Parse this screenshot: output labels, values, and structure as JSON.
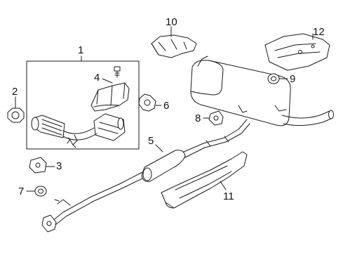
{
  "diagram": {
    "callouts": {
      "c1": "1",
      "c2": "2",
      "c3": "3",
      "c4": "4",
      "c5": "5",
      "c6": "6",
      "c7": "7",
      "c8": "8",
      "c9": "9",
      "c10": "10",
      "c11": "11",
      "c12": "12"
    }
  }
}
